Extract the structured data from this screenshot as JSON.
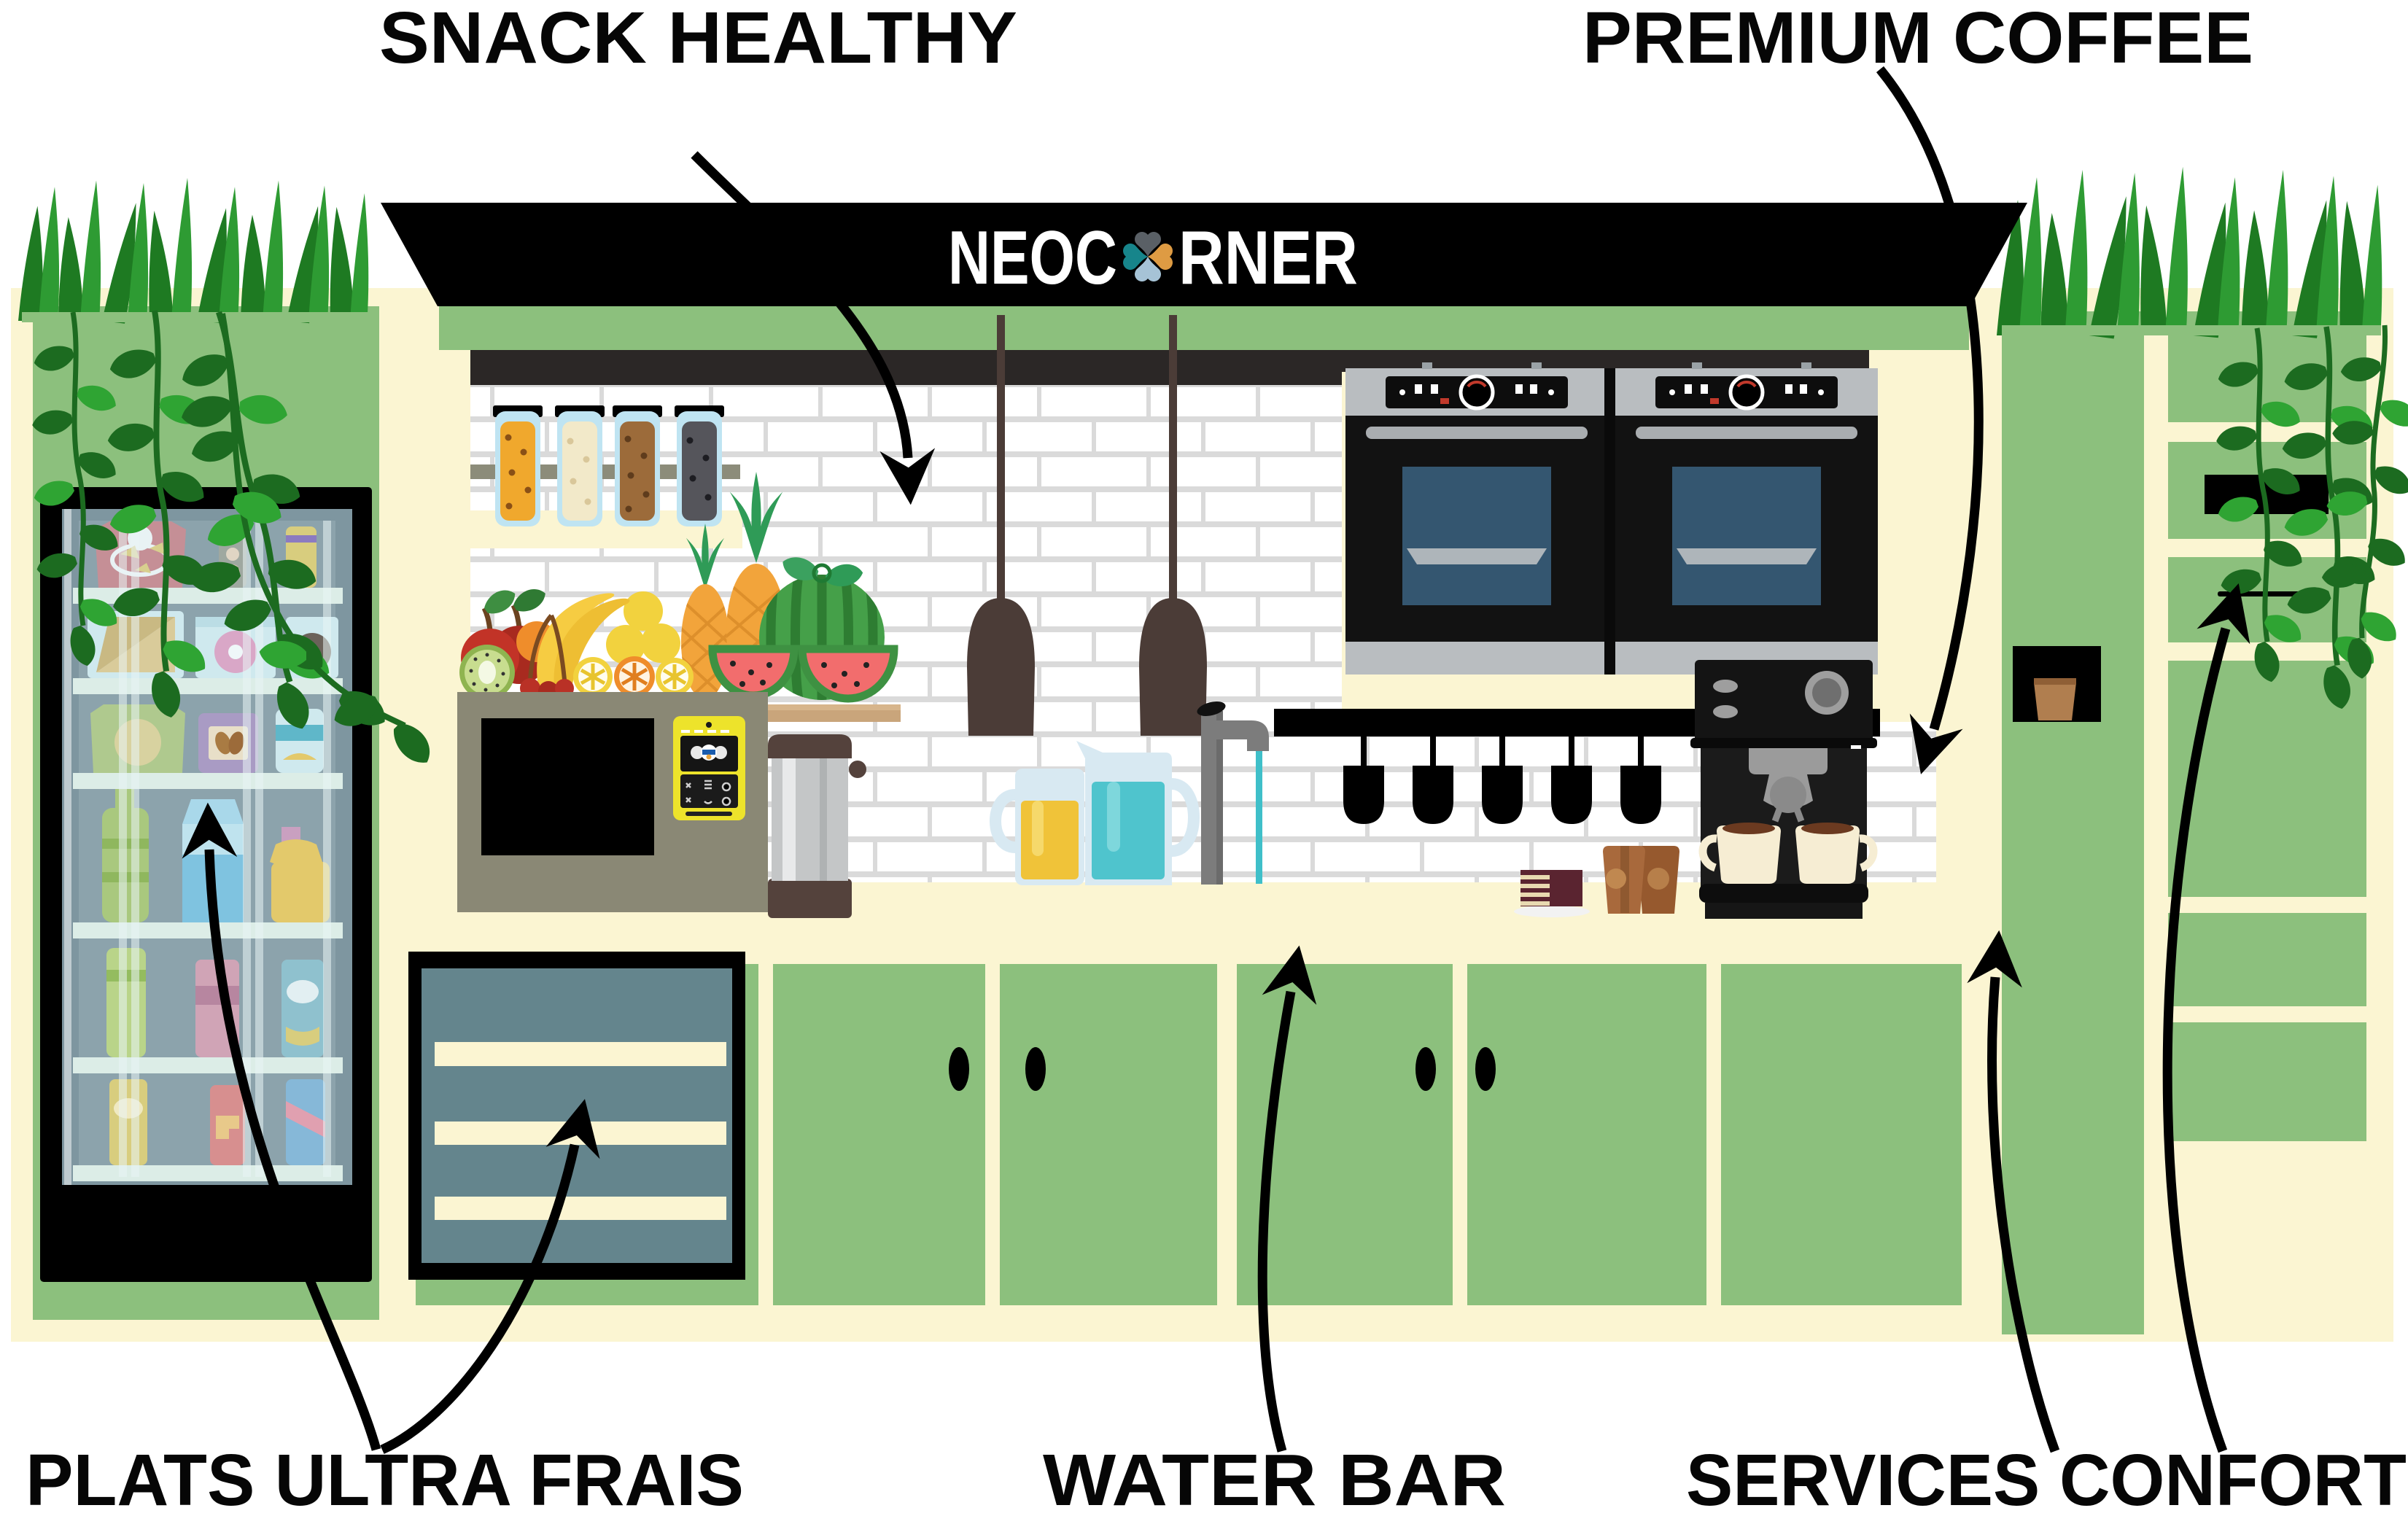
{
  "brand": {
    "name": "NEOCORNER",
    "left": "NEOC",
    "right": "RNER"
  },
  "labels": {
    "top_left": "SNACK HEALTHY",
    "top_right": "PREMIUM COFFEE",
    "bottom_left": "PLATS ULTRA FRAIS",
    "bottom_center": "WATER BAR",
    "bottom_right": "SERVICES CONFORT"
  },
  "icons": {
    "arrows": [
      "snack-healthy-arrow",
      "premium-coffee-arrow",
      "plats-fridge-arrow",
      "plats-drawer-arrow",
      "water-bar-arrow",
      "services-confort-arrow-left",
      "services-confort-arrow-right"
    ],
    "logo_clover": "four-heart-clover-icon"
  },
  "colors": {
    "cream": "#FBF5D2",
    "panel_green": "#8CC07D",
    "grass_dark": "#1E7A22",
    "grass_mid": "#2E9B33",
    "vine_green": "#1C6B20",
    "vine_light": "#2FA433",
    "roof_black": "#000000",
    "charcoal_band": "#2B2726",
    "brick_mortar": "#DADADA",
    "fridge_interior": "#8CA3AC",
    "fridge_shelf": "#DCEDE7",
    "drawer_body": "#64858D",
    "pendant_brown": "#4B3C37",
    "dispenser_glass": "#BFE4F2",
    "grain_corn": "#F0A82D",
    "grain_oat": "#F2E9C9",
    "grain_nut": "#9C6B3A",
    "grain_seed": "#55555B",
    "wood_shelf": "#C9A57B",
    "kiosk_olive": "#8A8875",
    "terminal_yellow": "#EDE32B",
    "visa_blue": "#1A5CAD",
    "water_teal": "#4FC4CD",
    "juice_orange": "#F0C339",
    "oven_silver": "#B9BDC0",
    "oven_window_blue": "#345670",
    "coffee_cup_cream": "#F6EDD3",
    "coffee_brown": "#6B3A20",
    "logo_clover_teal": "#17858B",
    "logo_clover_orange": "#DE9B43",
    "logo_clover_gray": "#5A6066",
    "logo_clover_blue": "#A6C3D6"
  }
}
